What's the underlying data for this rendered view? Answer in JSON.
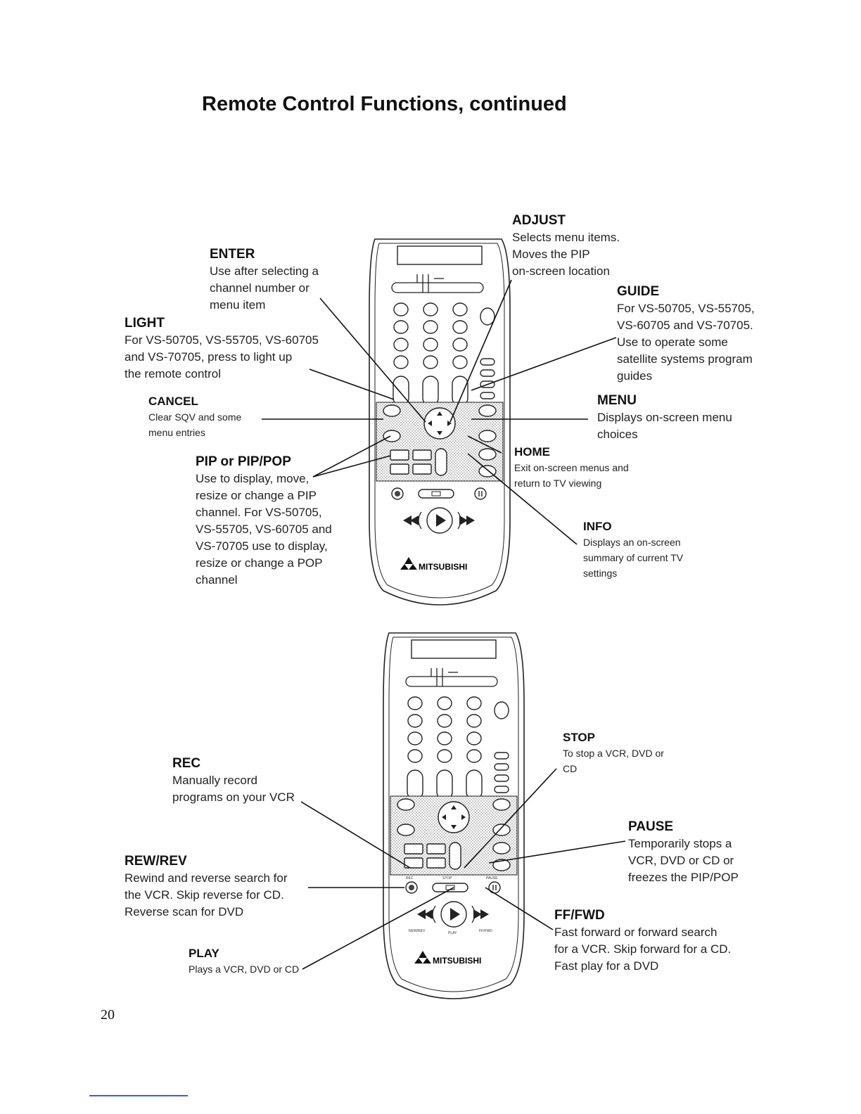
{
  "page": {
    "title": "Remote Control Functions, continued",
    "page_number": "20"
  },
  "remote": {
    "brand": "MITSUBISHI"
  },
  "callouts_top": {
    "enter": {
      "heading": "ENTER",
      "lines": [
        "Use after selecting a",
        "channel number or",
        "menu item"
      ]
    },
    "light": {
      "heading": "LIGHT",
      "lines": [
        "For VS-50705, VS-55705, VS-60705",
        "and VS-70705, press to light up",
        "the remote control"
      ]
    },
    "cancel": {
      "heading": "CANCEL",
      "lines": [
        "Clear SQV and some",
        "menu entries"
      ]
    },
    "pip": {
      "heading": "PIP or PIP/POP",
      "lines": [
        "Use to display, move,",
        "resize or change a PIP",
        "channel. For VS-50705,",
        "VS-55705, VS-60705 and",
        "VS-70705 use to display,",
        "resize or change a POP",
        "channel"
      ]
    },
    "adjust": {
      "heading": "ADJUST",
      "lines": [
        "Selects menu items.",
        "Moves the PIP",
        "on-screen location"
      ]
    },
    "guide": {
      "heading": "GUIDE",
      "lines": [
        "For VS-50705, VS-55705,",
        "VS-60705 and VS-70705.",
        "Use to operate some",
        "satellite systems program",
        "guides"
      ]
    },
    "menu": {
      "heading": "MENU",
      "lines": [
        "Displays on-screen menu",
        "choices"
      ]
    },
    "home": {
      "heading": "HOME",
      "lines": [
        "Exit on-screen menus and",
        "return to TV viewing"
      ]
    },
    "info": {
      "heading": "INFO",
      "lines": [
        "Displays an on-screen",
        "summary of current TV",
        "settings"
      ]
    }
  },
  "callouts_bottom": {
    "rec": {
      "heading": "REC",
      "lines": [
        "Manually record",
        "programs on your VCR"
      ]
    },
    "rew": {
      "heading": "REW/REV",
      "lines": [
        "Rewind and reverse search for",
        "the VCR. Skip reverse for CD.",
        "Reverse scan for DVD"
      ]
    },
    "play": {
      "heading": "PLAY",
      "lines": [
        "Plays a VCR, DVD or CD"
      ]
    },
    "stop": {
      "heading": "STOP",
      "lines": [
        "To stop a VCR, DVD or",
        "CD"
      ]
    },
    "pause": {
      "heading": "PAUSE",
      "lines": [
        "Temporarily stops a",
        "VCR, DVD or CD or",
        "freezes the PIP/POP"
      ]
    },
    "ff": {
      "heading": "FF/FWD",
      "lines": [
        "Fast forward or forward search",
        "for a VCR.  Skip forward for a CD.",
        "Fast play for a DVD"
      ]
    }
  },
  "remote_button_labels": {
    "rec": "REC",
    "stop": "STOP",
    "pause": "PAUSE",
    "rewind": "REW/REV",
    "play": "PLAY",
    "ffwd": "FF/FWD"
  }
}
